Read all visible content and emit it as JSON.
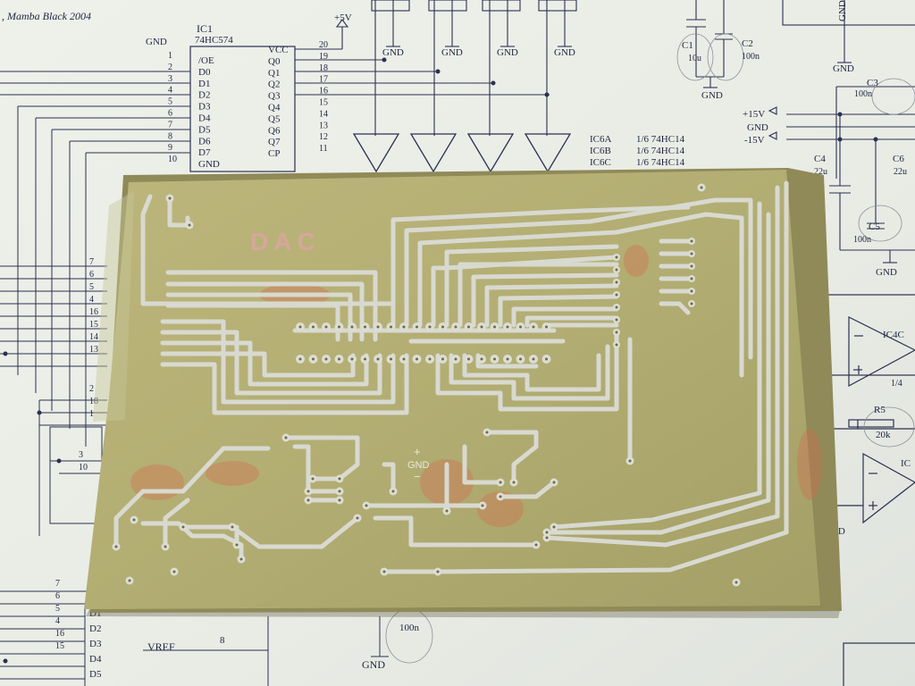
{
  "schematic": {
    "credit": ", Mamba Black 2004",
    "ic1": {
      "designator": "IC1",
      "part": "74HC574"
    },
    "left_pins": [
      {
        "num": "1",
        "name": "/OE"
      },
      {
        "num": "2",
        "name": "D0"
      },
      {
        "num": "3",
        "name": "D1"
      },
      {
        "num": "4",
        "name": "D2"
      },
      {
        "num": "5",
        "name": "D3"
      },
      {
        "num": "6",
        "name": "D4"
      },
      {
        "num": "7",
        "name": "D5"
      },
      {
        "num": "8",
        "name": "D6"
      },
      {
        "num": "9",
        "name": "D7"
      },
      {
        "num": "10",
        "name": "GND"
      }
    ],
    "right_pins": [
      {
        "num": "20",
        "name": "VCC"
      },
      {
        "num": "19",
        "name": "Q0"
      },
      {
        "num": "18",
        "name": "Q1"
      },
      {
        "num": "17",
        "name": "Q2"
      },
      {
        "num": "16",
        "name": "Q3"
      },
      {
        "num": "15",
        "name": "Q4"
      },
      {
        "num": "14",
        "name": "Q5"
      },
      {
        "num": "13",
        "name": "Q6"
      },
      {
        "num": "12",
        "name": "Q7"
      },
      {
        "num": "11",
        "name": "CP"
      }
    ],
    "gnd_label": "GND",
    "vcc_label": "+5V",
    "inverters": [
      {
        "designator": "IC6A",
        "desc": "1/6 74HC14"
      },
      {
        "designator": "IC6B",
        "desc": "1/6 74HC14"
      },
      {
        "designator": "IC6C",
        "desc": "1/6 74HC14"
      }
    ],
    "c1": {
      "designator": "C1",
      "value": "10u"
    },
    "c2": {
      "designator": "C2",
      "value": "100n"
    },
    "c3": {
      "designator": "C3",
      "value": "100n"
    },
    "c4": {
      "designator": "C4",
      "value": "22u"
    },
    "c5": {
      "designator": "C5",
      "value": "100n"
    },
    "c6": {
      "designator": "C6",
      "value": "22u"
    },
    "rails": {
      "pos": "+15V",
      "gnd": "GND",
      "neg": "-15V"
    },
    "r5": {
      "designator": "R5",
      "value": "20k"
    },
    "opamp_top": {
      "label": "IC4C",
      "sub": "1/4 "
    },
    "opamp_bot": {
      "label": "IC"
    },
    "left_wire_numbers": [
      "7",
      "6",
      "5",
      "4",
      "16",
      "15",
      "14",
      "13",
      "2",
      "18",
      "1"
    ],
    "left_box_numbers": [
      "3",
      "10"
    ],
    "bottom_wire_numbers": [
      "7",
      "6",
      "5",
      "4",
      "16",
      "15"
    ],
    "bottom_pins": [
      "D1",
      "D2",
      "D3",
      "D4",
      "D5"
    ],
    "vref": {
      "label": "VREF",
      "pin": "8"
    },
    "bottom_cap": "100n",
    "bottom_gnd": "GND"
  },
  "pcb": {
    "silkscreen": "DAC",
    "gnd_plus": "+",
    "gnd_label": "GND",
    "gnd_minus": "−"
  },
  "colors": {
    "paper": "#eef1ea",
    "ink": "#1d2540",
    "board": "#b2ad72",
    "board_edge": "#8f8a58",
    "copper": "#d8d9d0",
    "marker": "#d8684c"
  }
}
